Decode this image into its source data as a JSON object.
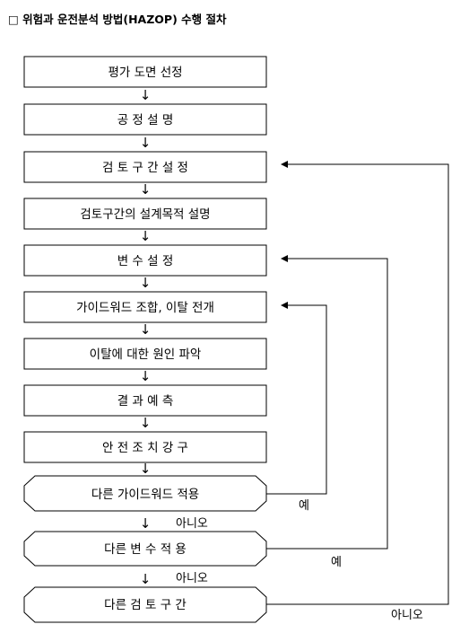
{
  "title": "□ 위험과 운전분석 방법(HAZOP) 수행 절차",
  "steps": [
    {
      "id": "s1",
      "label": "평가 도면 선정"
    },
    {
      "id": "s2",
      "label": "공 정 설 명"
    },
    {
      "id": "s3",
      "label": "검 토 구 간 설 정"
    },
    {
      "id": "s4",
      "label": "검토구간의 설계목적 설명"
    },
    {
      "id": "s5",
      "label": "변 수 설 정"
    },
    {
      "id": "s6",
      "label": "가이드워드 조합, 이탈 전개"
    },
    {
      "id": "s7",
      "label": "이탈에 대한 원인 파악"
    },
    {
      "id": "s8",
      "label": "결 과 예 측"
    },
    {
      "id": "s9",
      "label": "안 전 조 치 강 구"
    }
  ],
  "decisions": [
    {
      "id": "d1",
      "label": "다른 가이드워드 적용",
      "yes": "예",
      "no": "아니오"
    },
    {
      "id": "d2",
      "label": "다른 변 수 적 용",
      "yes": "예",
      "no": "아니오"
    },
    {
      "id": "d3",
      "label": "다른 검 토 구 간",
      "no": "아니오"
    }
  ],
  "arrow_glyph": "↓"
}
